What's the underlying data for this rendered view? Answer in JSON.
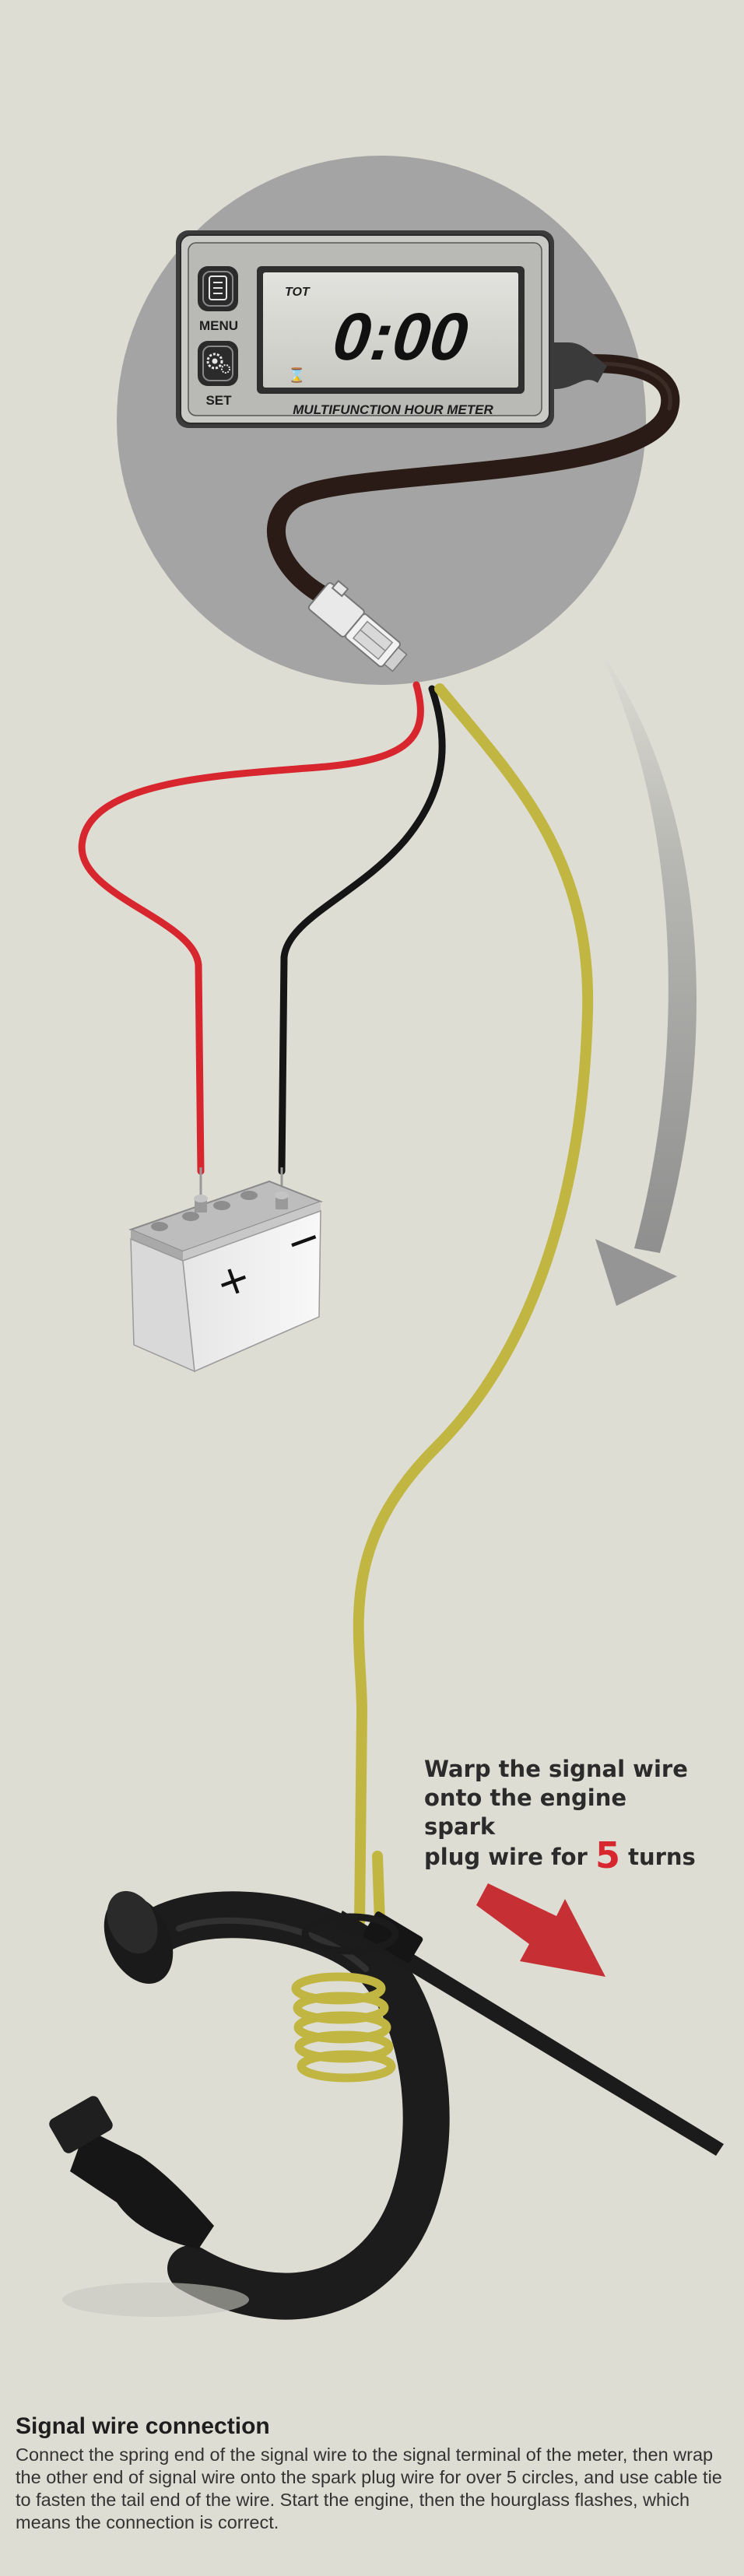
{
  "meter": {
    "mode_label": "TOT",
    "display_value": "0:00",
    "hourglass_glyph": "⌛",
    "menu_label": "MENU",
    "set_label": "SET",
    "product_label": "MULTIFUNCTION HOUR METER"
  },
  "battery": {
    "plus_sign": "+",
    "minus_sign": "−"
  },
  "annotation": {
    "line1": "Warp the signal wire",
    "line2": "onto the engine spark",
    "line3_before": "plug wire for",
    "turns_count": "5",
    "line3_after": "turns"
  },
  "caption": {
    "title": "Signal wire connection",
    "body": "Connect the spring end of the signal wire to the signal terminal of the meter, then wrap the other end of signal wire onto the spark plug wire for over 5 circles, and use cable tie to fasten the tail end of the wire. Start the engine, then the hourglass flashes, which means the connection is correct."
  },
  "colors": {
    "background": "#deddd4",
    "circle": "#a4a4a4",
    "red_wire": "#d8262e",
    "black_wire": "#151515",
    "signal_wire": "#c2b642",
    "arrow_gray": "#9a9a9a",
    "arrow_red": "#c62f33"
  }
}
